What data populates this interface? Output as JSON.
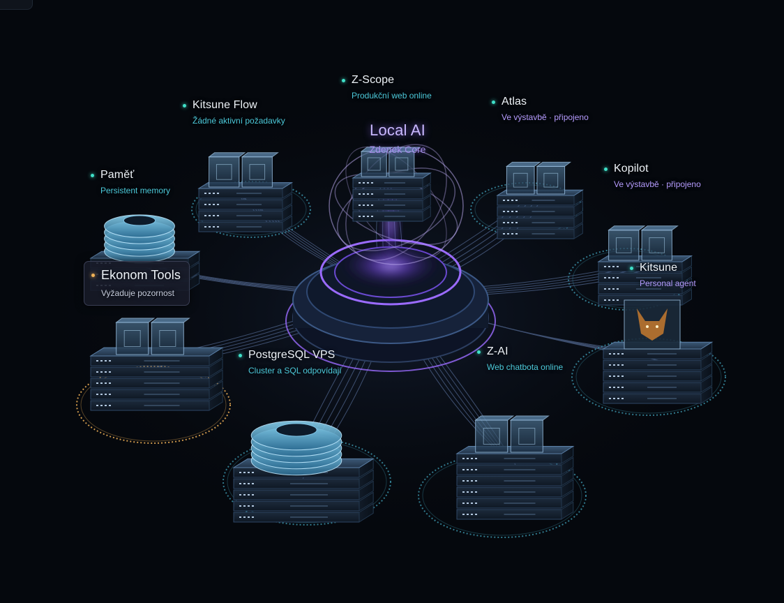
{
  "core": {
    "title": "Local AI",
    "subtitle": "Zdenek Core"
  },
  "nodes": [
    {
      "id": "z-scope",
      "name": "Z-Scope",
      "status": "Produkční web online"
    },
    {
      "id": "kitsune-flow",
      "name": "Kitsune Flow",
      "status": "Žádné aktivní požadavky"
    },
    {
      "id": "atlas",
      "name": "Atlas",
      "status": "Ve výstavbě · připojeno"
    },
    {
      "id": "pamet",
      "name": "Paměť",
      "status": "Persistent memory"
    },
    {
      "id": "kopilot",
      "name": "Kopilot",
      "status": "Ve výstavbě · připojeno"
    },
    {
      "id": "ekonom-tools",
      "name": "Ekonom Tools",
      "status": "Vyžaduje pozornost"
    },
    {
      "id": "kitsune",
      "name": "Kitsune",
      "status": "Personal agent"
    },
    {
      "id": "postgresql-vps",
      "name": "PostgreSQL VPS",
      "status": "Cluster a SQL odpovídají"
    },
    {
      "id": "z-ai",
      "name": "Z-AI",
      "status": "Web chatbota online"
    }
  ],
  "colors": {
    "background": "#05080d",
    "teal": "#3fe0c8",
    "cyan_text": "#4cc9da",
    "violet": "#9b6bff",
    "warning": "#f1b257",
    "server_body": "#1c2a3a"
  }
}
